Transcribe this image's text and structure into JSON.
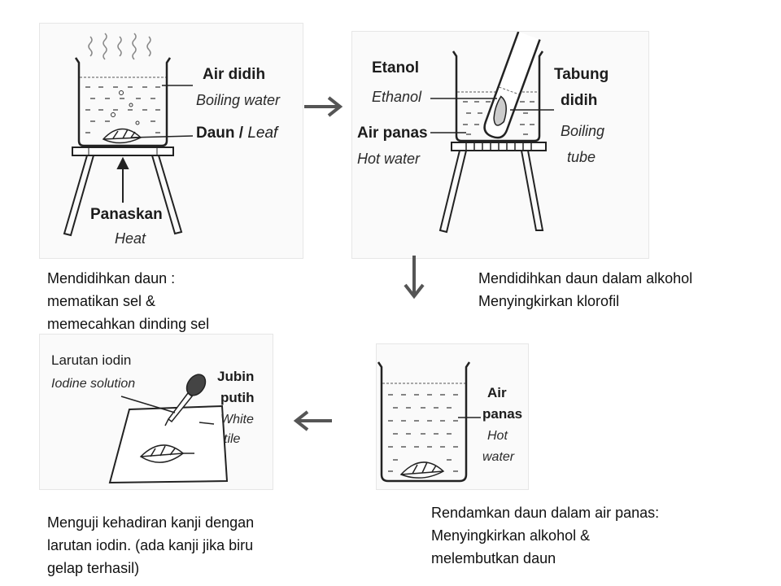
{
  "step1": {
    "label_boiling_ms": "Air didih",
    "label_boiling_en": "Boiling water",
    "label_leaf_ms": "Daun / ",
    "label_leaf_en": "Leaf",
    "label_heat_ms": "Panaskan",
    "label_heat_en": "Heat",
    "caption": [
      "Mendidihkan daun :",
      "mematikan sel &",
      "memecahkan dinding sel"
    ]
  },
  "step2": {
    "label_ethanol_ms": "Etanol",
    "label_ethanol_en": "Ethanol",
    "label_hot_ms": "Air panas",
    "label_hot_en": "Hot water",
    "label_tube_ms_1": "Tabung",
    "label_tube_ms_2": "didih",
    "label_tube_en_1": "Boiling",
    "label_tube_en_2": "tube",
    "caption": [
      "Mendidihkan daun dalam alkohol",
      "Menyingkirkan klorofil"
    ]
  },
  "step3": {
    "label_hot_ms_1": "Air",
    "label_hot_ms_2": "panas",
    "label_hot_en_1": "Hot",
    "label_hot_en_2": "water",
    "caption": [
      "Rendamkan daun dalam air panas:",
      "Menyingkirkan alkohol &",
      "melembutkan daun"
    ]
  },
  "step4": {
    "label_iodine_ms": "Larutan iodin",
    "label_iodine_en": "Iodine solution",
    "label_tile_ms_1": "Jubin",
    "label_tile_ms_2": "putih",
    "label_tile_en_1": "White",
    "label_tile_en_2": "tile",
    "caption": [
      "Menguji kehadiran kanji dengan",
      "larutan iodin. (ada kanji jika biru",
      "gelap terhasil)"
    ]
  },
  "colors": {
    "ink": "#222222",
    "arrow": "#555555",
    "panel": "#fafafa"
  }
}
